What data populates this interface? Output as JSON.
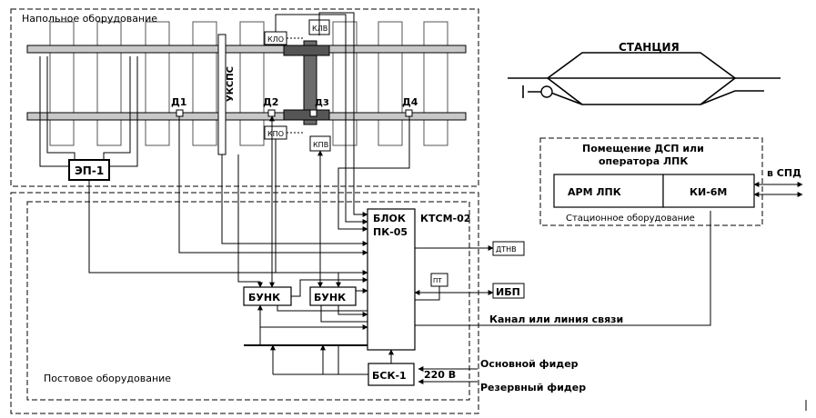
{
  "zones": {
    "floor": "Напольное оборудование",
    "post": "Постовое оборудование",
    "station_room": "Помещение ДСП или оператора ЛПК",
    "station_equipment": "Стационное оборудование"
  },
  "track": {
    "sensors": [
      "Д1",
      "Д2",
      "Д3",
      "Д4"
    ],
    "uksps": "УКСПС",
    "klo": "КЛО",
    "klv": "КЛВ",
    "kpo": "КПО",
    "kpv": "КПВ",
    "ep": "ЭП-1"
  },
  "station": {
    "title": "СТАНЦИЯ",
    "arm": "АРМ  ЛПК",
    "ki": "КИ-6М",
    "spd": "в СПД"
  },
  "post": {
    "block_line1": "БЛОК",
    "block_line2": "ПК-05",
    "ktsm": "КТСМ-02",
    "dtnv": "ДТНВ",
    "pt": "ПТ",
    "ibp": "ИБП",
    "bunk1": "БУНК",
    "bunk2": "БУНК",
    "bsk": "БСК-1",
    "voltage": "220 В",
    "channel": "Канал или  линия  связи",
    "main_feeder": "Основной фидер",
    "reserve_feeder": "Резервный фидер"
  }
}
